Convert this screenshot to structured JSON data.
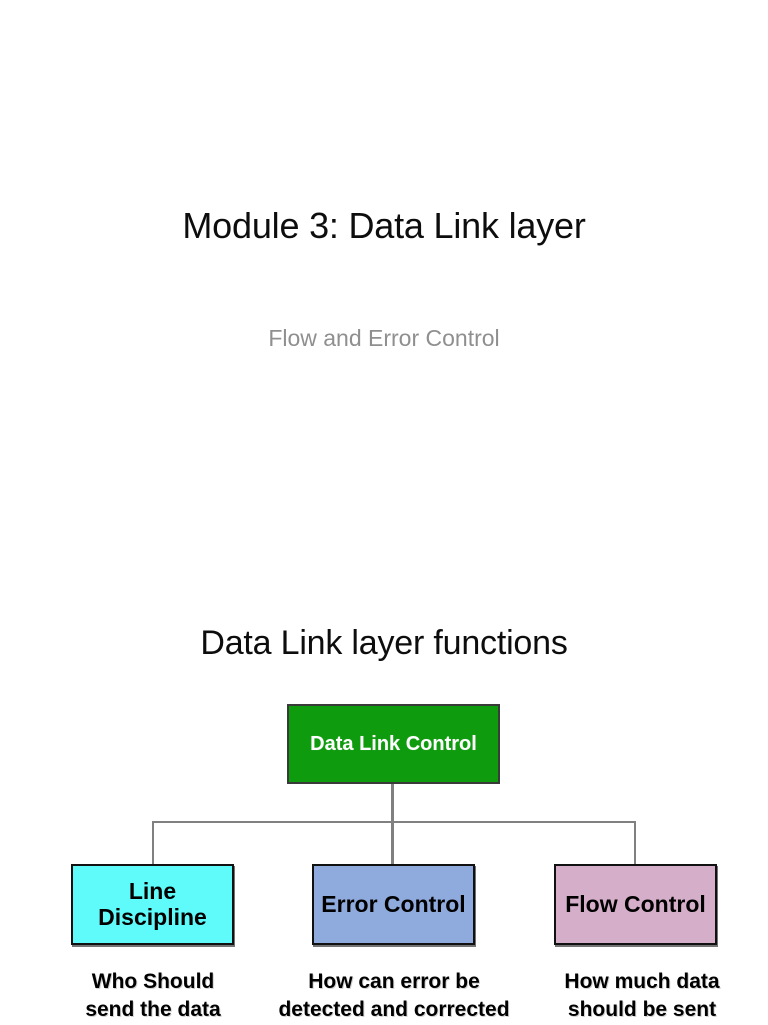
{
  "slide": {
    "title": "Module 3: Data Link layer",
    "subtitle": "Flow and Error Control",
    "section_heading": "Data Link layer functions"
  },
  "colors": {
    "root_node": "#0E9B0E",
    "line_discipline": "#5FFBFB",
    "error_control": "#8FAADC",
    "flow_control": "#D5AEC9",
    "connector": "#808080",
    "title_text": "#0D0D0D",
    "subtitle_text": "#8F8F8F",
    "root_text": "#FFFFFF",
    "child_text": "#000000"
  },
  "diagram": {
    "root": {
      "label": "Data Link Control"
    },
    "children": [
      {
        "label_line1": "Line",
        "label_line2": "Discipline",
        "caption_line1": "Who Should",
        "caption_line2": "send the data"
      },
      {
        "label_line1": "Error Control",
        "label_line2": "",
        "caption_line1": "How can error be",
        "caption_line2": "detected and corrected"
      },
      {
        "label_line1": "Flow Control",
        "label_line2": "",
        "caption_line1": "How much data",
        "caption_line2": "should be sent"
      }
    ]
  }
}
